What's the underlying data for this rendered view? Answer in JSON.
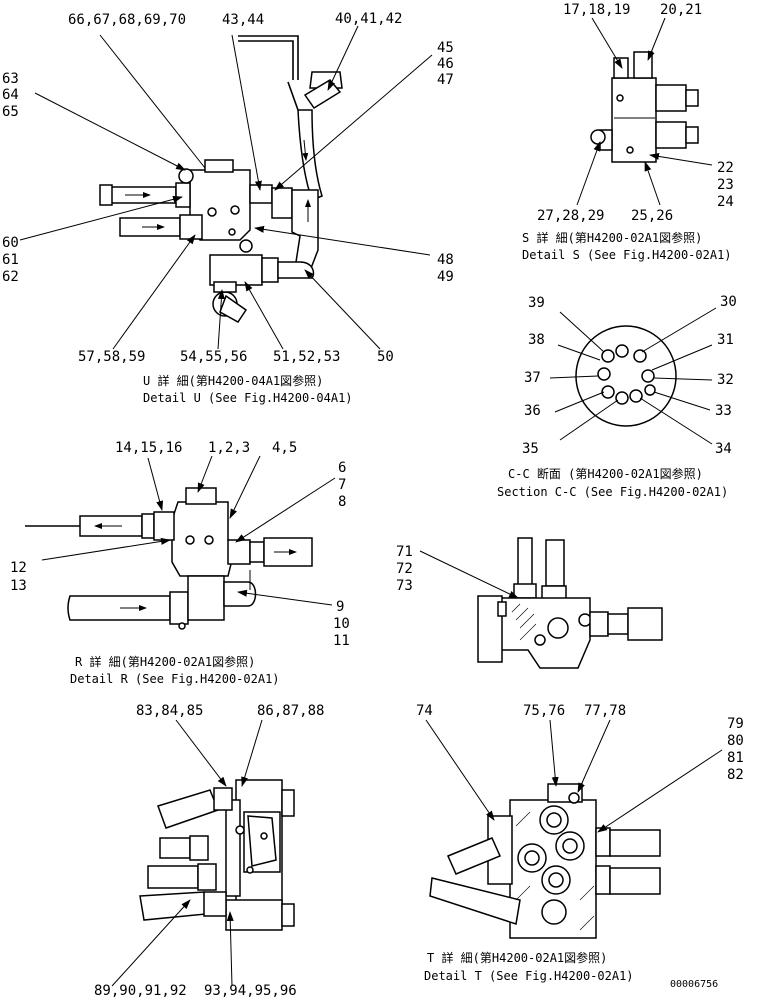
{
  "drawing_number": "00006756",
  "details": {
    "u": {
      "caption_jp": "U 詳 細(第H4200-04A1図参照)",
      "caption_en": "Detail U (See Fig.H4200-04A1)",
      "callouts": {
        "c66": "66,67,68,69,70",
        "c43": "43,44",
        "c40": "40,41,42",
        "c45a": "45",
        "c45b": "46",
        "c45c": "47",
        "c63a": "63",
        "c63b": "64",
        "c63c": "65",
        "c60a": "60",
        "c60b": "61",
        "c60c": "62",
        "c48a": "48",
        "c48b": "49",
        "c57": "57,58,59",
        "c54": "54,55,56",
        "c51": "51,52,53",
        "c50": "50"
      }
    },
    "s": {
      "caption_jp": "S 詳 細(第H4200-02A1図参照)",
      "caption_en": "Detail S (See Fig.H4200-02A1)",
      "callouts": {
        "c17": "17,18,19",
        "c20": "20,21",
        "c22a": "22",
        "c22b": "23",
        "c22c": "24",
        "c27": "27,28,29",
        "c25": "25,26"
      }
    },
    "cc": {
      "caption_jp": "C-C 断面 (第H4200-02A1図参照)",
      "caption_en": "Section C-C (See Fig.H4200-02A1)",
      "callouts": {
        "c39": "39",
        "c38": "38",
        "c37": "37",
        "c36": "36",
        "c35": "35",
        "c30": "30",
        "c31": "31",
        "c32": "32",
        "c33": "33",
        "c34": "34"
      }
    },
    "r": {
      "caption_jp": "R 詳 細(第H4200-02A1図参照)",
      "caption_en": "Detail R (See Fig.H4200-02A1)",
      "callouts": {
        "c14": "14,15,16",
        "c1": "1,2,3",
        "c4": "4,5",
        "c6a": "6",
        "c6b": "7",
        "c6c": "8",
        "c12a": "12",
        "c12b": "13",
        "c9a": "9",
        "c9b": "10",
        "c9c": "11"
      }
    },
    "v": {
      "callouts": {
        "c71a": "71",
        "c71b": "72",
        "c71c": "73"
      }
    },
    "w": {
      "callouts": {
        "c83": "83,84,85",
        "c86": "86,87,88",
        "c89": "89,90,91,92",
        "c93": "93,94,95,96"
      }
    },
    "t": {
      "caption_jp": "T 詳 細(第H4200-02A1図参照)",
      "caption_en": "Detail T (See Fig.H4200-02A1)",
      "callouts": {
        "c74": "74",
        "c75": "75,76",
        "c77": "77,78",
        "c79a": "79",
        "c79b": "80",
        "c79c": "81",
        "c79d": "82"
      }
    }
  }
}
